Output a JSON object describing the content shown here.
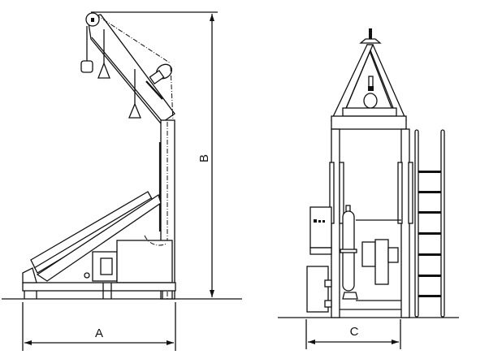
{
  "drawing": {
    "views": [
      {
        "name": "side-elevation",
        "description": "Side view of bulk bag discharger with hoist boom, inclined screw conveyor and drive unit"
      },
      {
        "name": "front-elevation",
        "description": "Front view with A-frame hoist, control panel, hopper, blower and access ladder"
      }
    ],
    "dimensions": {
      "width_side": {
        "label": "A"
      },
      "height": {
        "label": "B"
      },
      "width_front": {
        "label": "C"
      }
    },
    "colors": {
      "line": "#111111",
      "background": "#ffffff"
    }
  }
}
